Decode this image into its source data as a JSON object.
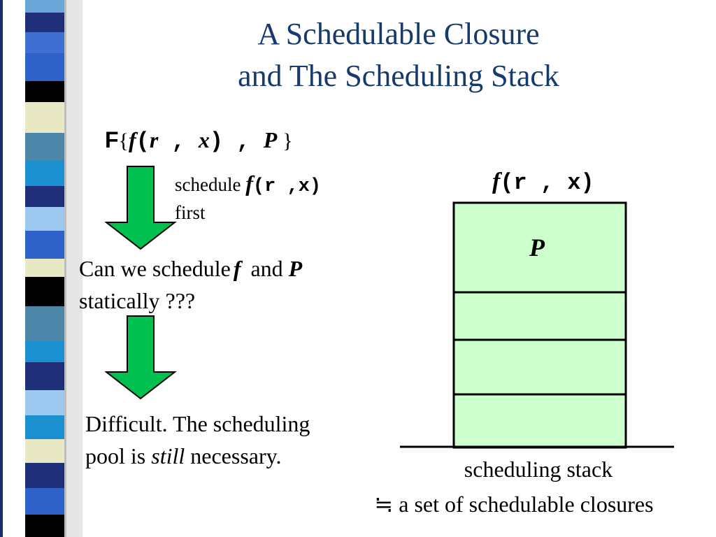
{
  "slide": {
    "title_line1": "A Schedulable Closure",
    "title_line2": "and The Scheduling Stack"
  },
  "closure": {
    "F": "F",
    "open_brace": "{",
    "f": "f",
    "open_paren": "(",
    "r": "r",
    "comma1": " , ",
    "x": "x",
    "close_paren": ")",
    "comma2": " , ",
    "P": "P",
    "close_brace": "}"
  },
  "step1": {
    "schedule_word": "schedule",
    "f": "f",
    "args": "(r ,x)",
    "first": "first"
  },
  "question": {
    "part1": "Can we schedule",
    "f": "f",
    "and": "and",
    "P": "P",
    "line2": "statically ???"
  },
  "answer": {
    "line1": "Difficult. The scheduling",
    "line2_pre": "pool is ",
    "line2_em": "still",
    "line2_post": " necessary."
  },
  "stack": {
    "top_f": "f",
    "top_args": "(r , x)",
    "frame_label": "P",
    "caption1": "scheduling stack",
    "caption2": "≒ a set of schedulable closures"
  },
  "colors": {
    "title": "#163a6b",
    "arrow_fill": "#00c050",
    "stack_fill": "#ccffcc"
  }
}
